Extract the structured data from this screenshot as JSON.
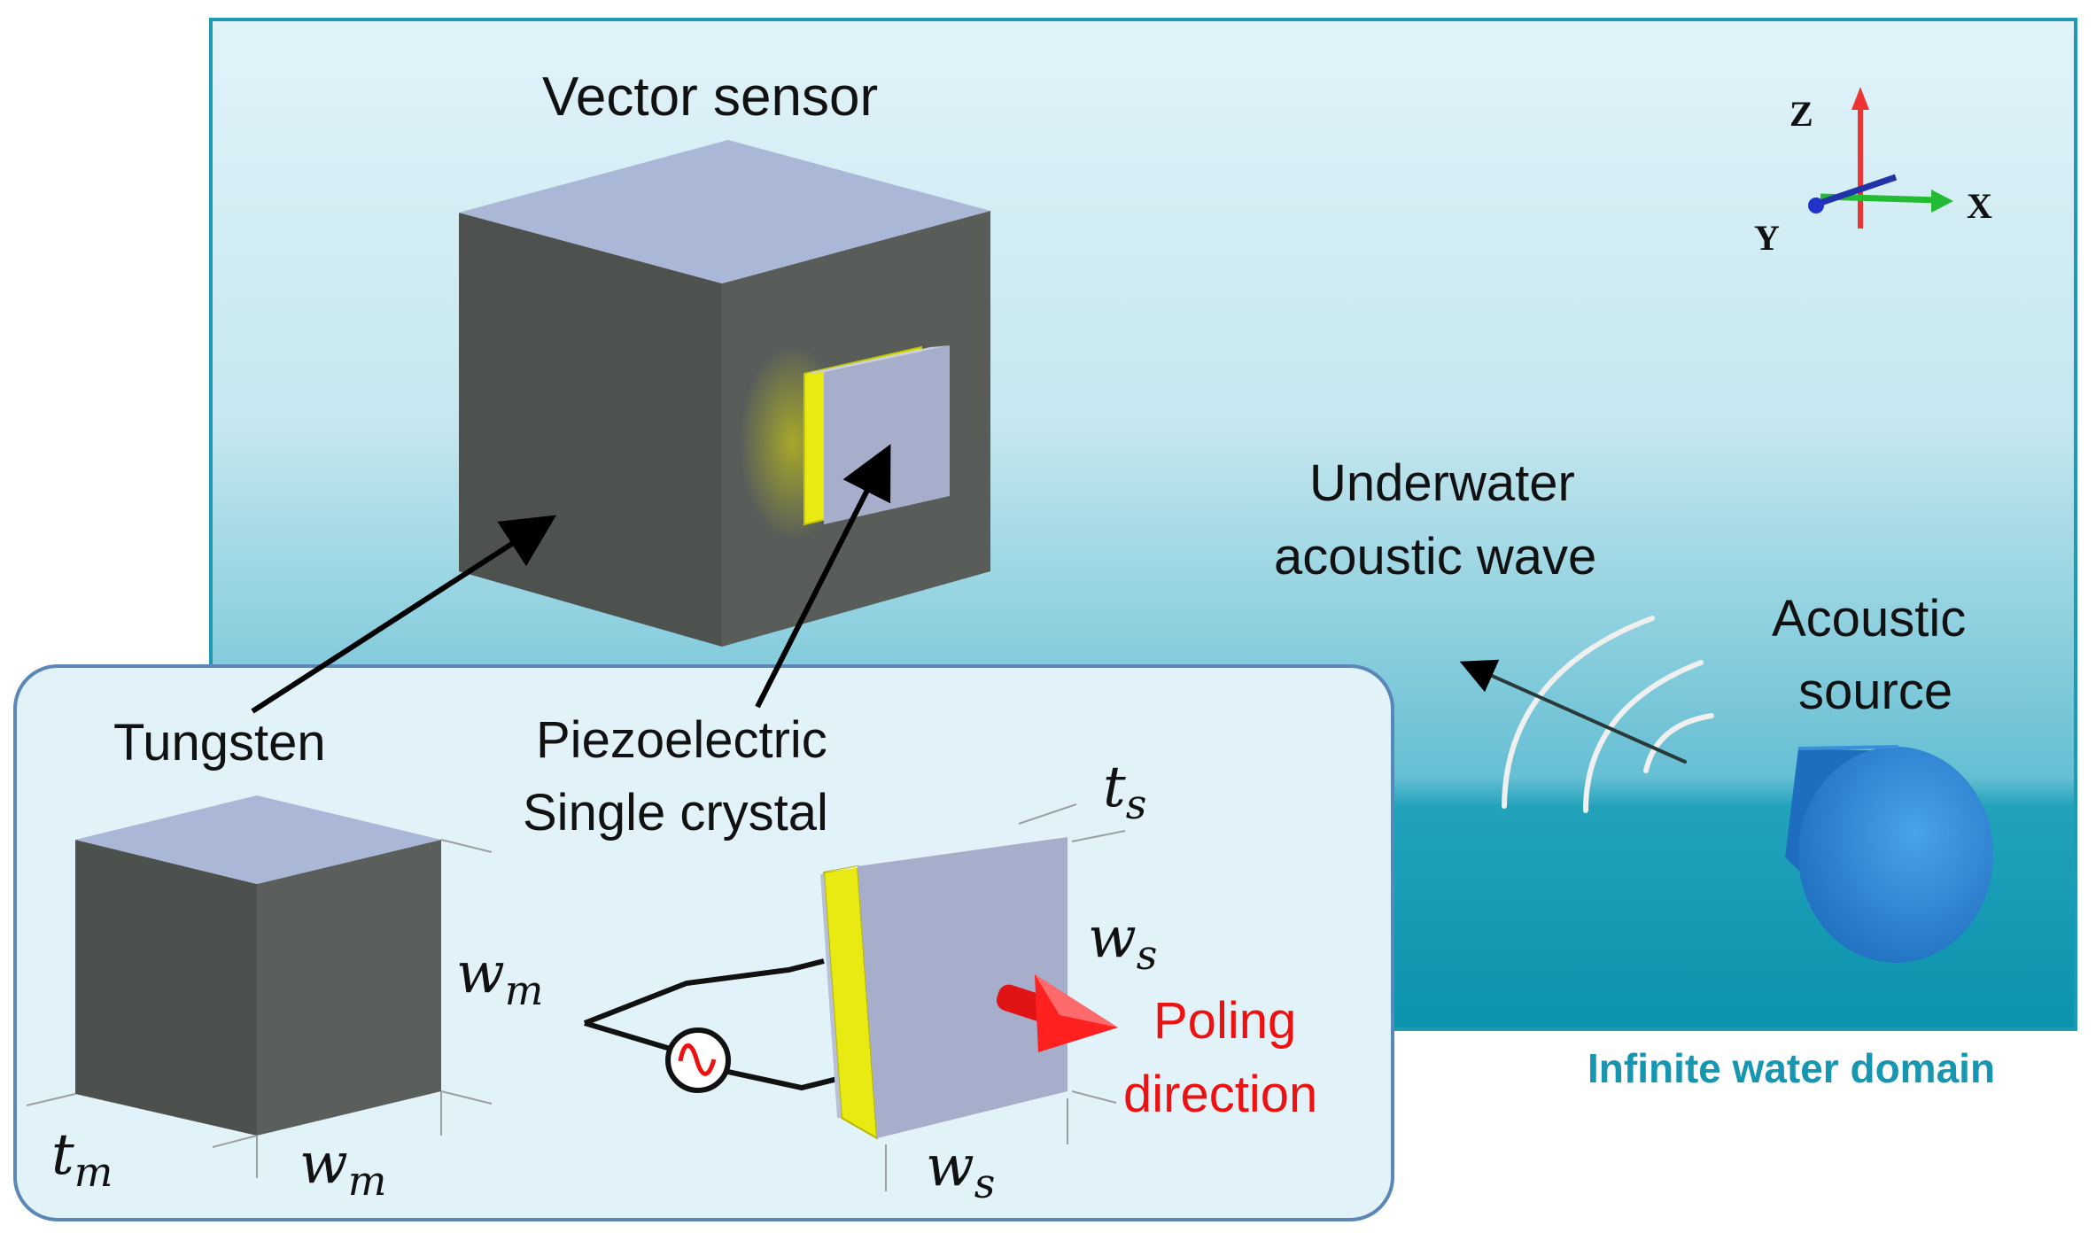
{
  "labels": {
    "vector_sensor": "Vector sensor",
    "tungsten": "Tungsten",
    "piezo_line1": "Piezoelectric",
    "piezo_line2": "Single crystal",
    "underwater_line1": "Underwater",
    "underwater_line2": "acoustic wave",
    "acoustic_line1": "Acoustic",
    "acoustic_line2": "source",
    "poling_line1": "Poling",
    "poling_line2": "direction",
    "domain": "Infinite water domain"
  },
  "axes": {
    "z": "Z",
    "x": "X",
    "y": "Y"
  },
  "dimensions": {
    "tm": {
      "base": "t",
      "sub": "m"
    },
    "wm_bottom": {
      "base": "w",
      "sub": "m"
    },
    "wm_side": {
      "base": "w",
      "sub": "m"
    },
    "ts": {
      "base": "t",
      "sub": "s"
    },
    "ws_side": {
      "base": "w",
      "sub": "s"
    },
    "ws_bottom": {
      "base": "w",
      "sub": "s"
    }
  },
  "colors": {
    "water_top": "#dff2f8",
    "water_bottom": "#0e97b0",
    "frame": "#1e9ab5",
    "inset_bg": "#e1f3f9",
    "inset_border": "#5a86b8",
    "tungsten_front": "#4d524f",
    "tungsten_side": "#5b605d",
    "top_face": "#aab6d6",
    "crystal_face": "#a7aecb",
    "electrode": "#e9ea11",
    "poling": "#ee1111",
    "domain_text": "#1796b2",
    "source": "#2f7fd0"
  }
}
